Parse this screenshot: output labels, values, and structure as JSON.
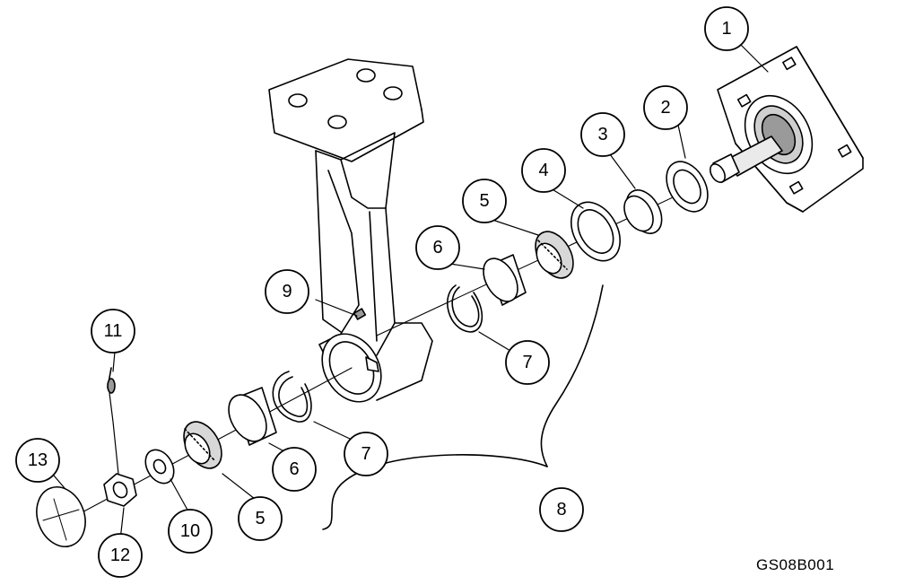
{
  "figure_code": "GS08B001",
  "callouts": [
    {
      "id": "c1",
      "label": "1"
    },
    {
      "id": "c2",
      "label": "2"
    },
    {
      "id": "c3",
      "label": "3"
    },
    {
      "id": "c4",
      "label": "4"
    },
    {
      "id": "c5a",
      "label": "5"
    },
    {
      "id": "c6a",
      "label": "6"
    },
    {
      "id": "c7a",
      "label": "7"
    },
    {
      "id": "c8",
      "label": "8"
    },
    {
      "id": "c9",
      "label": "9"
    },
    {
      "id": "c11",
      "label": "11"
    },
    {
      "id": "c13",
      "label": "13"
    },
    {
      "id": "c7b",
      "label": "7"
    },
    {
      "id": "c6b",
      "label": "6"
    },
    {
      "id": "c5b",
      "label": "5"
    },
    {
      "id": "c10",
      "label": "10"
    },
    {
      "id": "c12",
      "label": "12"
    }
  ],
  "colors": {
    "line": "#000000",
    "paper": "#ffffff",
    "shade": "#d8d8d8",
    "dark": "#9a9a9a"
  }
}
